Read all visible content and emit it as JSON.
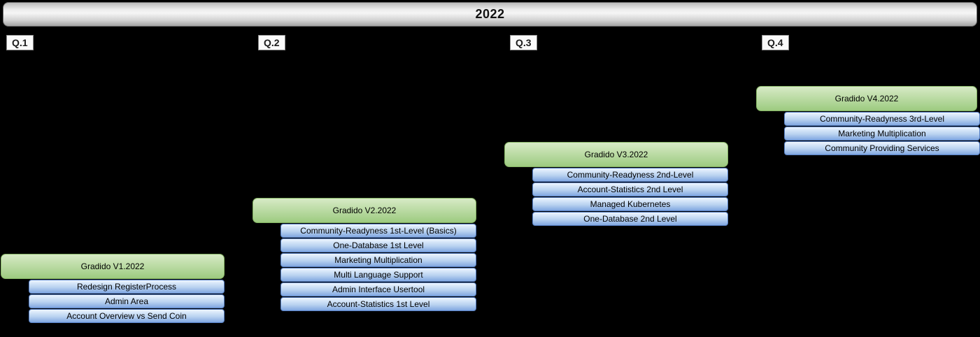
{
  "title_bar": {
    "year": "2022"
  },
  "colors": {
    "background": "#000000",
    "release_fill_top": "#d7eac6",
    "release_fill_bottom": "#9dcb80",
    "release_border": "#85b464",
    "item_fill_top": "#dbe9fa",
    "item_fill_bottom": "#80a7e0",
    "item_border": "#567fc4"
  },
  "quarters": [
    {
      "label": "Q.1",
      "release": "Gradido V1.2022",
      "items": [
        "Redesign RegisterProcess",
        "Admin Area",
        "Account Overview vs Send Coin"
      ]
    },
    {
      "label": "Q.2",
      "release": "Gradido V2.2022",
      "items": [
        "Community-Readyness 1st-Level (Basics)",
        "One-Database 1st Level",
        "Marketing Multiplication",
        "Multi Language Support",
        "Admin Interface Usertool",
        "Account-Statistics 1st Level"
      ]
    },
    {
      "label": "Q.3",
      "release": "Gradido V3.2022",
      "items": [
        "Community-Readyness 2nd-Level",
        "Account-Statistics 2nd Level",
        "Managed Kubernetes",
        "One-Database 2nd Level"
      ]
    },
    {
      "label": "Q.4",
      "release": "Gradido V4.2022",
      "items": [
        "Community-Readyness 3rd-Level",
        "Marketing Multiplication",
        "Community Providing Services"
      ]
    }
  ]
}
